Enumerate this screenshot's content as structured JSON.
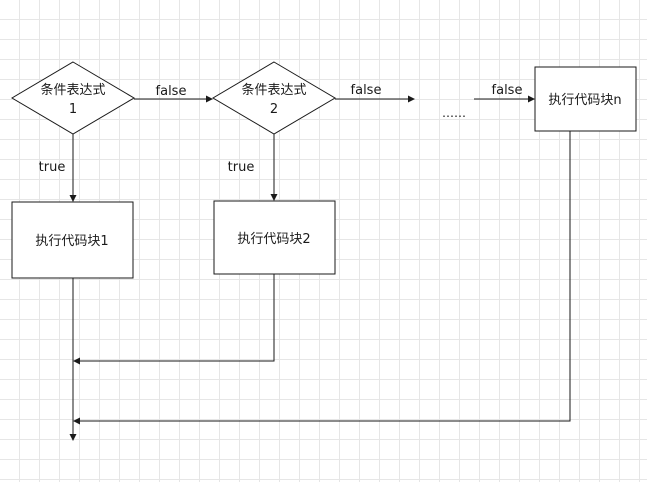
{
  "decisions": [
    {
      "line1": "条件表达式",
      "line2": "1"
    },
    {
      "line1": "条件表达式",
      "line2": "2"
    }
  ],
  "blocks": [
    {
      "label": "执行代码块1"
    },
    {
      "label": "执行代码块2"
    },
    {
      "label": "执行代码块n"
    }
  ],
  "edge_labels": {
    "false_1": "false",
    "false_2": "false",
    "false_3": "false",
    "true_1": "true",
    "true_2": "true"
  },
  "ellipsis": "……"
}
